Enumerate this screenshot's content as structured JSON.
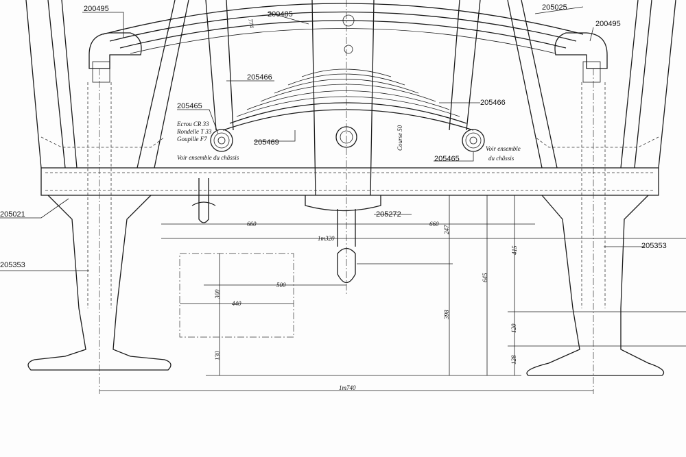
{
  "parts": {
    "p200495_left": "200495",
    "p200485": "200485",
    "p205025": "205025",
    "p200495_right": "200495",
    "p205466_left": "205466",
    "p205465_left": "205465",
    "p205466_right": "205466",
    "p205469": "205469",
    "p205465_right": "205465",
    "p205021": "205021",
    "p205272": "205272",
    "p205353_left": "205353",
    "p205353_right": "205353"
  },
  "notes": {
    "ecrou": "Ecrou CR 33",
    "rondelle": "Rondelle T 33",
    "goupille": "Goupille F7",
    "voir_left": "Voir ensemble du châssis",
    "voir_right_1": "Voir ensemble",
    "voir_right_2": "du châssis",
    "course": "Course 50"
  },
  "dimensions": {
    "d774": "774",
    "d660_left": "660",
    "d660_right": "660",
    "d1320": "1m320",
    "d247": "247",
    "d415": "415",
    "d645": "645",
    "d500": "500",
    "d300": "300",
    "d440": "440",
    "d398": "398",
    "d130": "130",
    "d120": "120",
    "d128": "128",
    "d1740": "1m740"
  }
}
